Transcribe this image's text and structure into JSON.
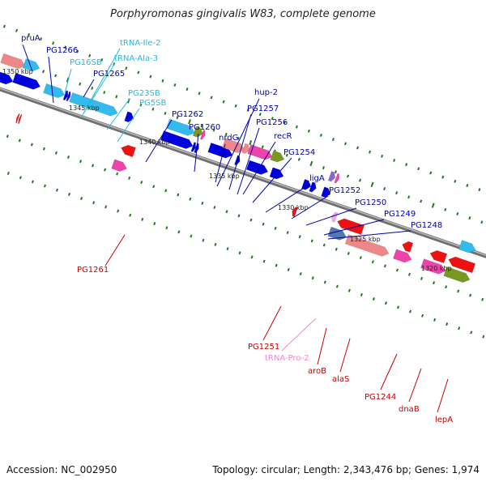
{
  "title": "Porphyromonas gingivalis W83, complete genome",
  "footer": {
    "accession": "Accession: NC_002950",
    "topology": "Topology: circular; Length: 2,343,476 bp; Genes: 1,974"
  },
  "colors": {
    "blue_gene": "#0000dd",
    "blue_label": "#0000aa",
    "cyan_gene": "#33bbee",
    "cyan_label": "#22bbdd",
    "red_gene": "#ee1111",
    "red_label": "#cc0000",
    "pink_gene": "#ee44aa",
    "pink_label": "#ee88cc",
    "salmon_gene": "#ee8888",
    "olive_gene": "#779922",
    "tick": "#227722",
    "axis": "#888888"
  },
  "scale_labels": [
    "1350 kbp",
    "1345 kbp",
    "1340 kbp",
    "1335 kbp",
    "1330 kbp",
    "1325 kbp",
    "1320 kbp"
  ],
  "labels_top": [
    {
      "text": "pruA",
      "color": "blue"
    },
    {
      "text": "PG1266",
      "color": "blue"
    },
    {
      "text": "PG16SB",
      "color": "cyan"
    },
    {
      "text": "tRNA-Ile-2",
      "color": "cyan"
    },
    {
      "text": "tRNA-Ala-3",
      "color": "cyan"
    },
    {
      "text": "PG1265",
      "color": "blue"
    },
    {
      "text": "PG23SB",
      "color": "cyan"
    },
    {
      "text": "PG5SB",
      "color": "cyan"
    },
    {
      "text": "PG1262",
      "color": "blue"
    },
    {
      "text": "PG1260",
      "color": "blue"
    },
    {
      "text": "nrdG",
      "color": "blue"
    },
    {
      "text": "hup-2",
      "color": "blue"
    },
    {
      "text": "PG1257",
      "color": "blue"
    },
    {
      "text": "PG1256",
      "color": "blue"
    },
    {
      "text": "recR",
      "color": "blue"
    },
    {
      "text": "PG1254",
      "color": "blue"
    },
    {
      "text": "ligA",
      "color": "blue"
    },
    {
      "text": "PG1252",
      "color": "blue"
    },
    {
      "text": "PG1250",
      "color": "blue"
    },
    {
      "text": "PG1249",
      "color": "blue"
    },
    {
      "text": "PG1248",
      "color": "blue"
    }
  ],
  "labels_bottom": [
    {
      "text": "PG1261",
      "color": "red"
    },
    {
      "text": "PG1251",
      "color": "red"
    },
    {
      "text": "tRNA-Pro-2",
      "color": "pink"
    },
    {
      "text": "aroB",
      "color": "red"
    },
    {
      "text": "alaS",
      "color": "red"
    },
    {
      "text": "PG1244",
      "color": "red"
    },
    {
      "text": "dnaB",
      "color": "red"
    },
    {
      "text": "lepA",
      "color": "red"
    }
  ]
}
